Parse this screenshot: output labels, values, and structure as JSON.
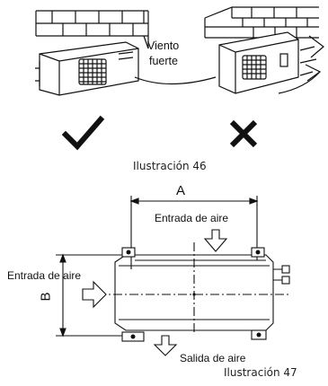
{
  "figure46": {
    "wind_label_line1": "Viento",
    "wind_label_line2": "fuerte",
    "correct_mark": "check-icon",
    "wrong_mark": "cross-icon",
    "caption": "Ilustración 46"
  },
  "figure47": {
    "dim_a": "A",
    "dim_b": "B",
    "inlet_top_label": "Entrada de aire",
    "inlet_left_label": "Entrada de aire",
    "outlet_label": "Salida de aire",
    "caption": "Ilustración 47"
  }
}
